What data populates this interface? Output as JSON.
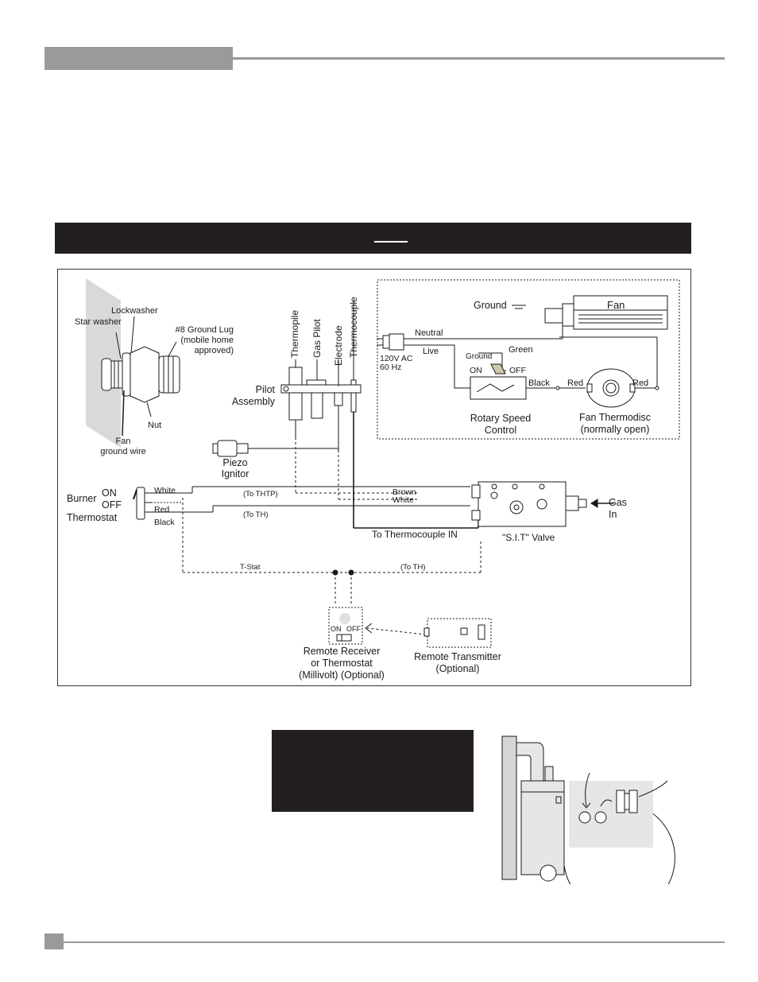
{
  "diagram": {
    "ground_lug": {
      "star_washer": "Star washer",
      "lockwasher": "Lockwasher",
      "ground_lug_line1": "#8 Ground Lug",
      "ground_lug_line2": "(mobile home",
      "ground_lug_line3": "approved)",
      "nut": "Nut",
      "fan_wire_line1": "Fan",
      "fan_wire_line2": "ground wire"
    },
    "pilot": {
      "thermopile": "Thermopile",
      "gas_pilot": "Gas Pilot",
      "electrode": "Electrode",
      "thermocouple": "Thermocouple",
      "assembly_line1": "Pilot",
      "assembly_line2": "Assembly",
      "piezo_line1": "Piezo",
      "piezo_line2": "Ignitor"
    },
    "fan_circuit": {
      "ground": "Ground",
      "fan": "Fan",
      "neutral": "Neutral",
      "live": "Live",
      "power_line1": "120V AC",
      "power_line2": "60 Hz",
      "ground_small": "Ground",
      "green": "Green",
      "on": "ON",
      "off": "OFF",
      "black": "Black",
      "red1": "Red",
      "red2": "Red",
      "rotary_line1": "Rotary Speed",
      "rotary_line2": "Control",
      "thermodisc_line1": "Fan Thermodisc",
      "thermodisc_line2": "(normally open)"
    },
    "burner": {
      "burner": "Burner",
      "on": "ON",
      "off": "OFF",
      "thermostat": "Thermostat",
      "white": "White",
      "red": "Red",
      "black": "Black",
      "to_thtp": "(To THTP)",
      "to_th": "(To TH)",
      "brown": "Brown",
      "white2": "White",
      "to_thermocouple": "To Thermocouple IN",
      "valve": "\"S.I.T\" Valve",
      "gas_line1": "Gas",
      "gas_line2": "In",
      "tstat": "T-Stat",
      "to_th2": "(To TH)"
    },
    "remote": {
      "on": "ON",
      "off": "OFF",
      "receiver_line1": "Remote Receiver",
      "receiver_line2": "or Thermostat",
      "receiver_line3": "(Millivolt) (Optional)",
      "transmitter_line1": "Remote Transmitter",
      "transmitter_line2": "(Optional)"
    }
  }
}
